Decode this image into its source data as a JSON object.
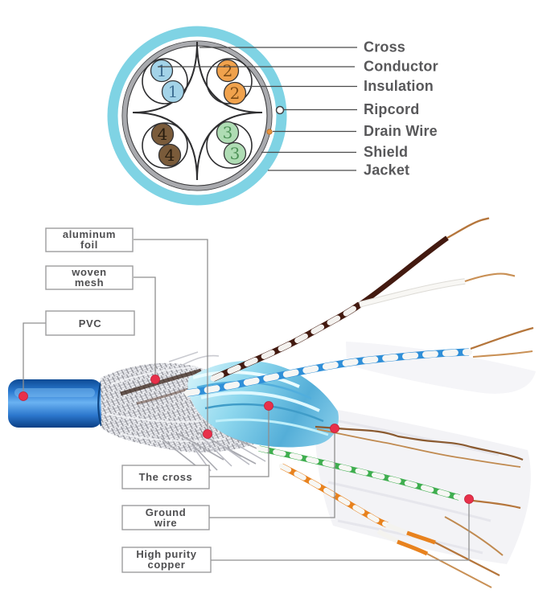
{
  "cross_section": {
    "labels": [
      {
        "text": "Cross"
      },
      {
        "text": "Conductor"
      },
      {
        "text": "Insulation"
      },
      {
        "text": "Ripcord"
      },
      {
        "text": "Drain Wire"
      },
      {
        "text": "Shield"
      },
      {
        "text": "Jacket"
      }
    ],
    "wire_pairs": [
      {
        "position": "top-left",
        "number": "1",
        "color": "#a3d3e8",
        "number_color": "#3f6f94"
      },
      {
        "position": "top-right",
        "number": "2",
        "color": "#f0a24d",
        "number_color": "#7e4c16"
      },
      {
        "position": "bottom-left",
        "number": "4",
        "color": "#7a5b3a",
        "number_color": "#271c0f"
      },
      {
        "position": "bottom-right",
        "number": "3",
        "color": "#afdcb4",
        "number_color": "#4c9156"
      }
    ],
    "colors": {
      "jacket": "#7fd3e4",
      "shield": "#a9aaae",
      "drain_dot": "#e8923c"
    }
  },
  "photo": {
    "left_labels": [
      {
        "line1": "aluminum",
        "line2": "foil"
      },
      {
        "line1": "woven",
        "line2": "mesh"
      },
      {
        "line1": "PVC",
        "line2": ""
      }
    ],
    "bottom_labels": [
      {
        "line1": "The cross",
        "line2": ""
      },
      {
        "line1": "Ground",
        "line2": "wire"
      },
      {
        "line1": "High purity",
        "line2": "copper"
      }
    ],
    "colors": {
      "jacket_blue": "#2b7ad0",
      "marker_red": "#e8304a",
      "copper": "#b5763c",
      "copper_light": "#c99055",
      "pair_blue": "#2f8fd8",
      "pair_green": "#3fae4f",
      "pair_orange": "#e8821e",
      "pair_brown": "#431a10"
    }
  }
}
